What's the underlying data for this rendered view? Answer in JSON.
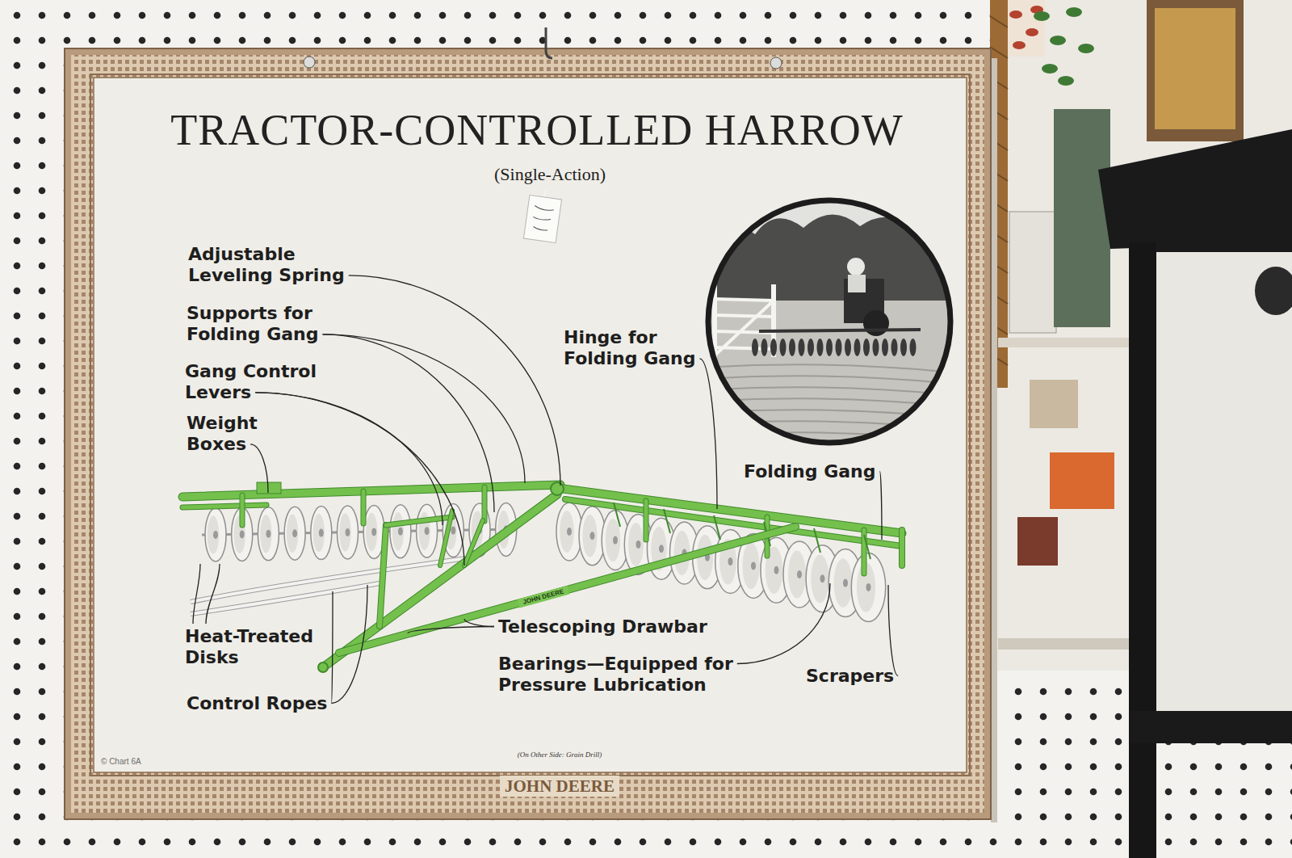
{
  "diagram": {
    "title": "TRACTOR-CONTROLLED HARROW",
    "labels": [
      "(Single-Action)",
      "Adjustable Leveling Spring",
      "Supports for Folding Gang",
      "Gang Control Levers",
      "Weight Boxes",
      "Hinge for Folding Gang",
      "Folding Gang",
      "Heat-Treated Disks",
      "Control Ropes",
      "JOHN DEERE",
      "Telescoping Drawbar",
      "Bearings—Equipped for Pressure Lubrication",
      "Scrapers",
      "© Chart 6A",
      "(On Other Side: Grain Drill)",
      "JOHN DEERE"
    ]
  }
}
